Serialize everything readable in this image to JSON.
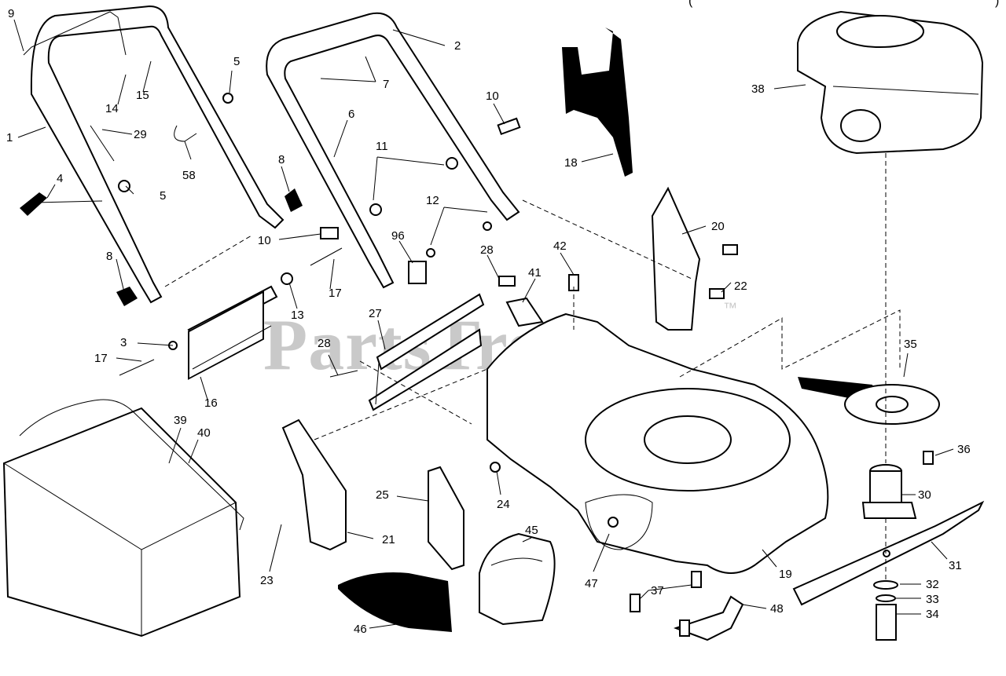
{
  "watermark": "PartsTree",
  "trademark": "™",
  "top_fragment": "(",
  "top_fragment_right": ")",
  "callouts": [
    "1",
    "2",
    "3",
    "4",
    "5",
    "5",
    "6",
    "7",
    "8",
    "8",
    "9",
    "10",
    "10",
    "11",
    "12",
    "13",
    "14",
    "15",
    "16",
    "17",
    "17",
    "18",
    "19",
    "20",
    "21",
    "22",
    "23",
    "24",
    "25",
    "27",
    "28",
    "28",
    "29",
    "30",
    "31",
    "32",
    "33",
    "34",
    "35",
    "36",
    "37",
    "38",
    "39",
    "40",
    "41",
    "42",
    "45",
    "46",
    "47",
    "48",
    "58",
    "96"
  ]
}
